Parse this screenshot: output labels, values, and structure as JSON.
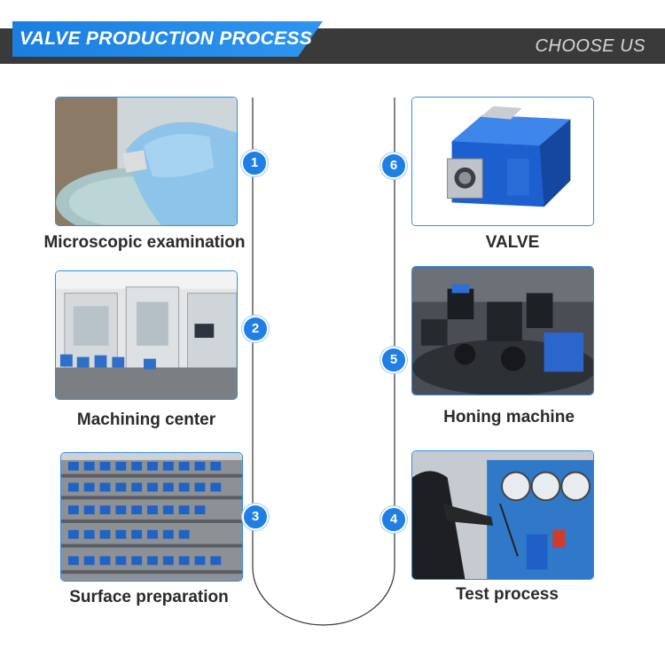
{
  "header": {
    "title": "VALVE PRODUCTION PROCESS",
    "right_label": "CHOOSE US"
  },
  "colors": {
    "accent": "#1f7fe4",
    "header_bg": "#3a3a3a",
    "caption": "#2a2a2a"
  },
  "steps": [
    {
      "number": "1",
      "caption": "Microscopic examination"
    },
    {
      "number": "2",
      "caption": "Machining center"
    },
    {
      "number": "3",
      "caption": "Surface preparation"
    },
    {
      "number": "4",
      "caption": "Test process"
    },
    {
      "number": "5",
      "caption": "Honing machine"
    },
    {
      "number": "6",
      "caption": "VALVE"
    }
  ]
}
